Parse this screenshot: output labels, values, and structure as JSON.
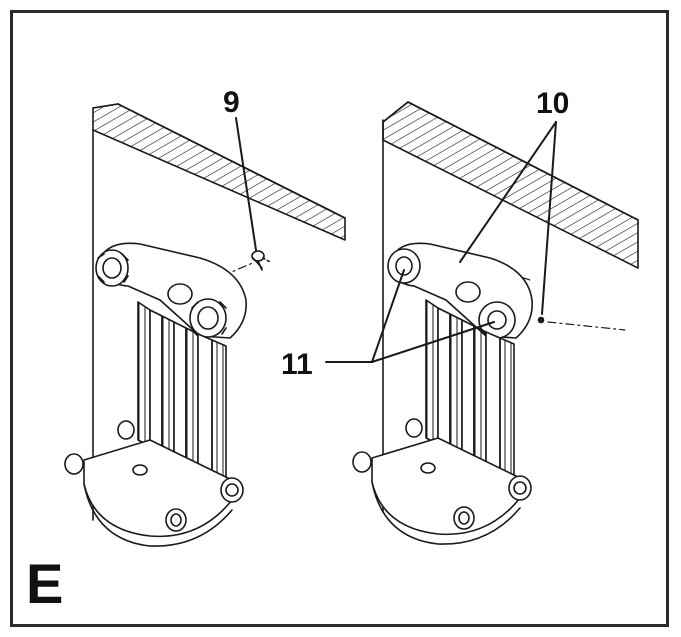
{
  "figure": {
    "panel_letter": "E",
    "callouts": {
      "left_screw": "9",
      "right_holes": "10",
      "right_knobs": "11"
    }
  },
  "colors": {
    "line": "#1a1a1a",
    "background": "#ffffff"
  }
}
